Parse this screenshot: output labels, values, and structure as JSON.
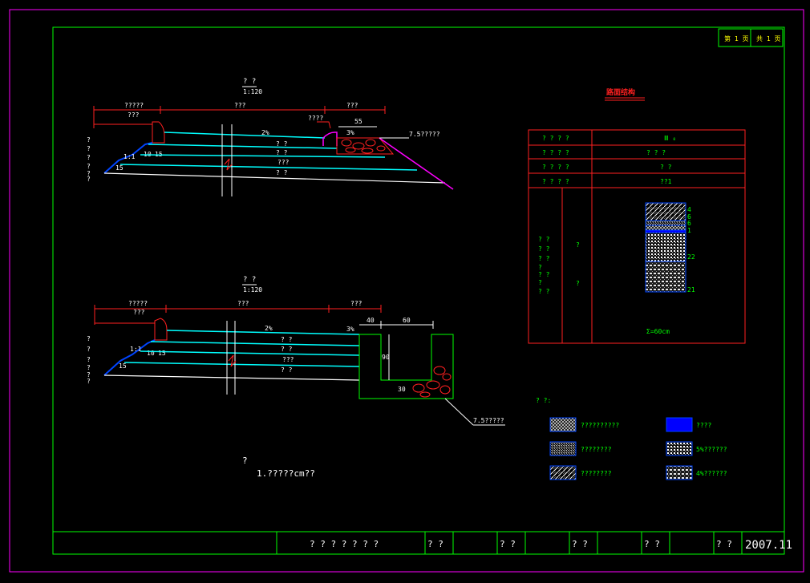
{
  "page_tabs": {
    "sheet": "第 1 页",
    "total": "共 1 页"
  },
  "top_section": {
    "title": "? ?",
    "scale": "1:120",
    "dim_left": "?????",
    "dim_left_sub": "???",
    "dim_mid": "???",
    "dim_right": "???",
    "dim_55": "55",
    "curb_label": "????",
    "slope_3": "3%",
    "slope_2": "2%",
    "grade_label": "7.5?????",
    "ratio_11": "1:1",
    "d10": "10",
    "d15": "15",
    "d15b": "15",
    "layer_labels": [
      "? ?",
      "? ?",
      "???",
      "? ?"
    ],
    "left_marks": [
      "?",
      "?",
      "?",
      "?",
      "?",
      "?"
    ]
  },
  "bottom_section": {
    "title": "? ?",
    "scale": "1:120",
    "dim_left": "?????",
    "dim_left_sub": "???",
    "dim_mid": "???",
    "dim_right": "???",
    "d40": "40",
    "d60": "60",
    "d90": "90",
    "d30": "30",
    "slope_2": "2%",
    "slope_3": "3%",
    "grade_label": "7.5?????",
    "ratio_11": "1:1",
    "d10": "10",
    "d15": "15",
    "d15b": "15",
    "layer_labels": [
      "? ?",
      "? ?",
      "???",
      "? ?"
    ],
    "left_marks": [
      "?",
      "?",
      "?",
      "?",
      "?",
      "?"
    ]
  },
  "pavement": {
    "heading": "路面结构",
    "rows": [
      {
        "label": "? ? ? ?",
        "value": "Ⅲ ₀"
      },
      {
        "label": "? ? ? ?",
        "value": "?    ?    ?"
      },
      {
        "label": "? ? ? ?",
        "value": "? ?"
      },
      {
        "label": "? ? ? ?",
        "value": "??1"
      }
    ],
    "struct_label_col1": [
      "? ?",
      "? ?",
      "? ?",
      "?",
      "? ?",
      "?",
      "? ?"
    ],
    "struct_label_col2": [
      "?",
      "?"
    ],
    "layer_numbers": [
      "4",
      "6",
      "6",
      "1",
      "22",
      "21"
    ],
    "total": "Σ=60cm"
  },
  "legend": {
    "heading": "? ?:",
    "items": [
      {
        "label": "??????????",
        "swatch": "hatch-dense"
      },
      {
        "label": "????",
        "swatch": "solid-blue"
      },
      {
        "label": "????????",
        "swatch": "hatch-cross"
      },
      {
        "label": "5%??????",
        "swatch": "dots-white"
      },
      {
        "label": "????????",
        "swatch": "hatch-diag"
      },
      {
        "label": "4%??????",
        "swatch": "dots-white2"
      }
    ]
  },
  "note": {
    "mark": "?",
    "text": "1.?????cm??"
  },
  "title_block": {
    "project": "? ? ? ? ? ? ?",
    "cells": [
      "? ?",
      "? ?",
      "? ?",
      "? ?",
      "? ?"
    ],
    "date": "2007.11"
  },
  "colors": {
    "frame_outer": "#ff00ff",
    "frame_inner": "#00ff00",
    "road_lines": "#00ffff",
    "section_red": "#ff2020",
    "slope_blue": "#0000ff",
    "slope_magenta": "#ff00ff",
    "text_green": "#00ff00"
  }
}
